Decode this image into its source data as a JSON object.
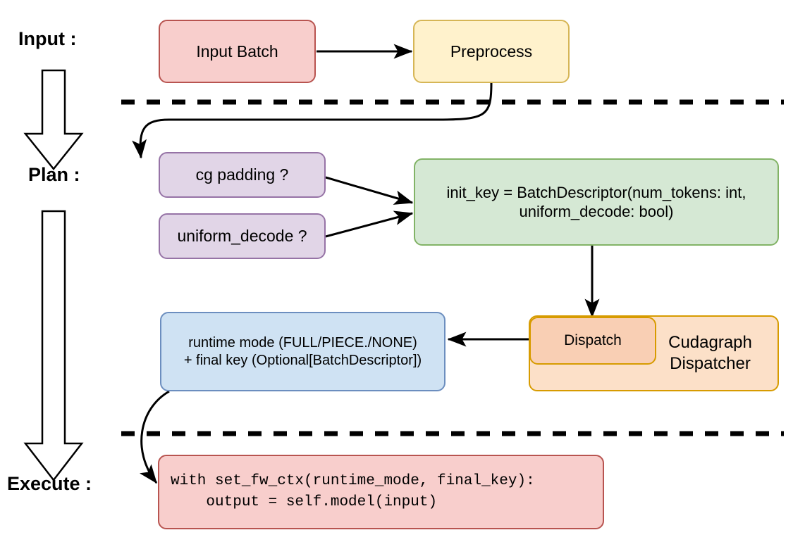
{
  "diagram": {
    "title_stages": [
      {
        "id": "input",
        "label": "Input :"
      },
      {
        "id": "plan",
        "label": "Plan :"
      },
      {
        "id": "execute",
        "label": "Execute :"
      }
    ],
    "nodes": [
      {
        "id": "input-batch",
        "label": "Input Batch",
        "fill": "#f8cecc",
        "stroke": "#b85450"
      },
      {
        "id": "preprocess",
        "label": "Preprocess",
        "fill": "#fff2cc",
        "stroke": "#d6b656"
      },
      {
        "id": "cg-padding",
        "label": "cg padding ?",
        "fill": "#e1d5e7",
        "stroke": "#9673a6"
      },
      {
        "id": "uniform-decode",
        "label": "uniform_decode ?",
        "fill": "#e1d5e7",
        "stroke": "#9673a6"
      },
      {
        "id": "init-key",
        "label": "init_key = BatchDescriptor(num_tokens: int,\nuniform_decode: bool)",
        "fill": "#d5e8d4",
        "stroke": "#82b366"
      },
      {
        "id": "cudagraph-dispatcher",
        "label": "Cudagraph\nDispatcher",
        "fill": "#fce0c8",
        "stroke": "#d79b00"
      },
      {
        "id": "dispatch",
        "label": "Dispatch",
        "fill": "#f9cfb4",
        "stroke": "#d79b00"
      },
      {
        "id": "runtime-mode",
        "label": "runtime mode (FULL/PIECE./NONE)\n+ final key (Optional[BatchDescriptor])",
        "fill": "#cfe2f3",
        "stroke": "#6c8ebf"
      },
      {
        "id": "execute-code",
        "label": "with set_fw_ctx(runtime_mode, final_key):\n    output = self.model(input)",
        "fill": "#f8cecc",
        "stroke": "#b85450"
      }
    ],
    "node_labels": {
      "input_batch": "Input Batch",
      "preprocess": "Preprocess",
      "cg_padding": "cg padding ?",
      "uniform_decode": "uniform_decode ?",
      "init_key_line1": "init_key = BatchDescriptor(num_tokens: int,",
      "init_key_line2": "uniform_decode: bool)",
      "cudagraph_dispatcher_line1": "Cudagraph",
      "cudagraph_dispatcher_line2": "Dispatcher",
      "dispatch": "Dispatch",
      "runtime_mode_line1": "runtime mode (FULL/PIECE./NONE)",
      "runtime_mode_line2": "+ final key (Optional[BatchDescriptor])",
      "execute_code_line1": "with set_fw_ctx(runtime_mode, final_key):",
      "execute_code_line2": "    output = self.model(input)"
    },
    "stage_labels": {
      "input": "Input :",
      "plan": "Plan :",
      "execute": "Execute :"
    },
    "separators": [
      {
        "id": "input-plan-divider",
        "style": "dashed",
        "color": "#000000"
      },
      {
        "id": "plan-execute-divider",
        "style": "dashed",
        "color": "#000000"
      }
    ],
    "flow_arrows": [
      {
        "id": "input-batch-to-preprocess",
        "from": "input-batch",
        "to": "preprocess"
      },
      {
        "id": "preprocess-to-cg-padding",
        "from": "preprocess",
        "to": "cg-padding"
      },
      {
        "id": "cg-padding-to-init-key",
        "from": "cg-padding",
        "to": "init-key"
      },
      {
        "id": "uniform-decode-to-init-key",
        "from": "uniform-decode",
        "to": "init-key"
      },
      {
        "id": "init-key-to-dispatch",
        "from": "init-key",
        "to": "dispatch"
      },
      {
        "id": "dispatch-to-runtime-mode",
        "from": "dispatch",
        "to": "runtime-mode"
      },
      {
        "id": "runtime-mode-to-execute-code",
        "from": "runtime-mode",
        "to": "execute-code"
      }
    ],
    "stage_block_arrows": [
      {
        "id": "input-to-plan-block-arrow",
        "direction": "down"
      },
      {
        "id": "plan-to-execute-block-arrow",
        "direction": "down"
      }
    ],
    "colors": {
      "background": "#ffffff",
      "text": "#000000",
      "edge": "#000000",
      "red_fill": "#f8cecc",
      "red_stroke": "#b85450",
      "yellow_fill": "#fff2cc",
      "yellow_stroke": "#d6b656",
      "purple_fill": "#e1d5e7",
      "purple_stroke": "#9673a6",
      "green_fill": "#d5e8d4",
      "green_stroke": "#82b366",
      "orange_fill": "#fce0c8",
      "orange_inner_fill": "#f9cfb4",
      "orange_stroke": "#d79b00",
      "blue_fill": "#cfe2f3",
      "blue_stroke": "#6c8ebf"
    }
  }
}
